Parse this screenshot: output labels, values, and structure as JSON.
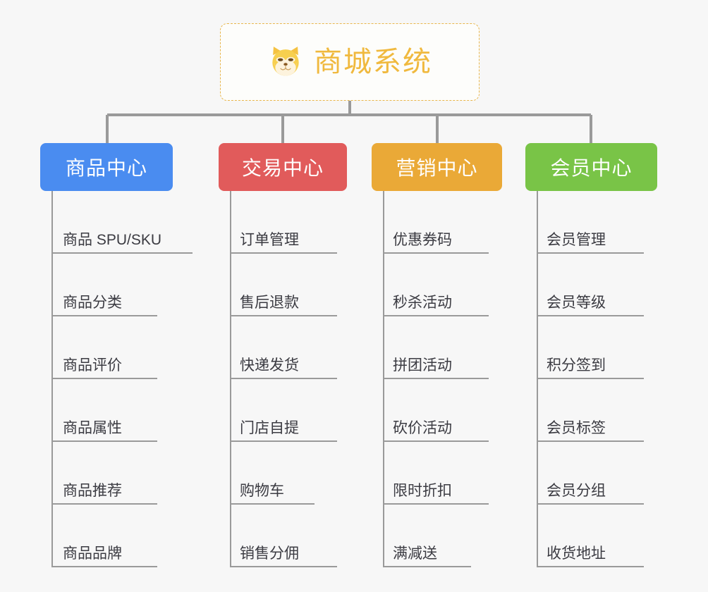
{
  "background_color": "#f7f7f7",
  "root": {
    "title": "商城系统",
    "icon": "shiba-dog-icon",
    "title_color": "#f0b93e",
    "border_color": "#e8b64c"
  },
  "connector_color": "#9a9a9a",
  "columns": [
    {
      "id": "product-center",
      "header": "商品中心",
      "color": "#4a8cf0",
      "items": [
        "商品 SPU/SKU",
        "商品分类",
        "商品评价",
        "商品属性",
        "商品推荐",
        "商品品牌"
      ]
    },
    {
      "id": "trade-center",
      "header": "交易中心",
      "color": "#e15b5b",
      "items": [
        "订单管理",
        "售后退款",
        "快递发货",
        "门店自提",
        "购物车",
        "销售分佣"
      ]
    },
    {
      "id": "marketing-center",
      "header": "营销中心",
      "color": "#eaa937",
      "items": [
        "优惠券码",
        "秒杀活动",
        "拼团活动",
        "砍价活动",
        "限时折扣",
        "满减送"
      ]
    },
    {
      "id": "member-center",
      "header": "会员中心",
      "color": "#79c447",
      "items": [
        "会员管理",
        "会员等级",
        "积分签到",
        "会员标签",
        "会员分组",
        "收货地址"
      ]
    }
  ]
}
